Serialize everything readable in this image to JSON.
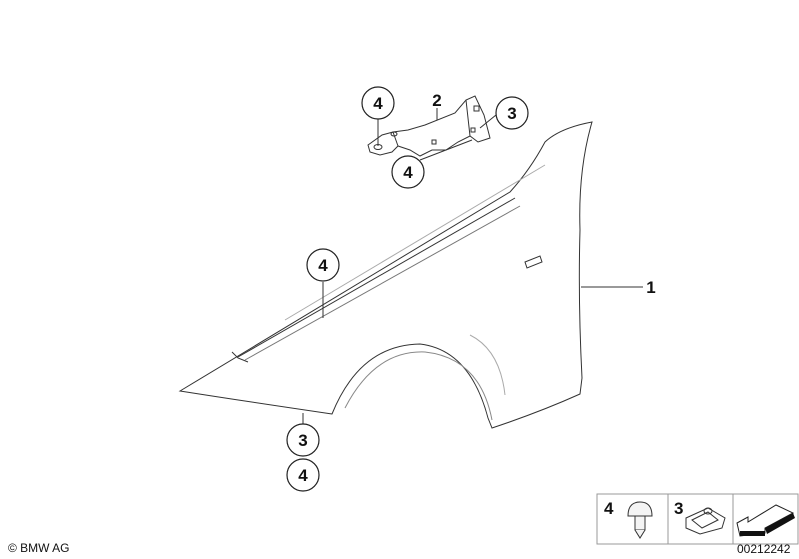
{
  "callouts": [
    {
      "id": "c4a",
      "label": "4"
    },
    {
      "id": "c2",
      "label": "2"
    },
    {
      "id": "c3a",
      "label": "3"
    },
    {
      "id": "c4b",
      "label": "4"
    },
    {
      "id": "c4c",
      "label": "4"
    },
    {
      "id": "c3b",
      "label": "3"
    },
    {
      "id": "c4d",
      "label": "4"
    },
    {
      "id": "c1",
      "label": "1"
    }
  ],
  "legend": {
    "items": [
      {
        "label": "4",
        "icon": "clip-rivet-icon"
      },
      {
        "label": "3",
        "icon": "spring-nut-icon"
      },
      {
        "label": "",
        "icon": "arrow-icon"
      }
    ]
  },
  "footer": {
    "copyright": "© BMW AG",
    "diagram_number": "00212242"
  }
}
